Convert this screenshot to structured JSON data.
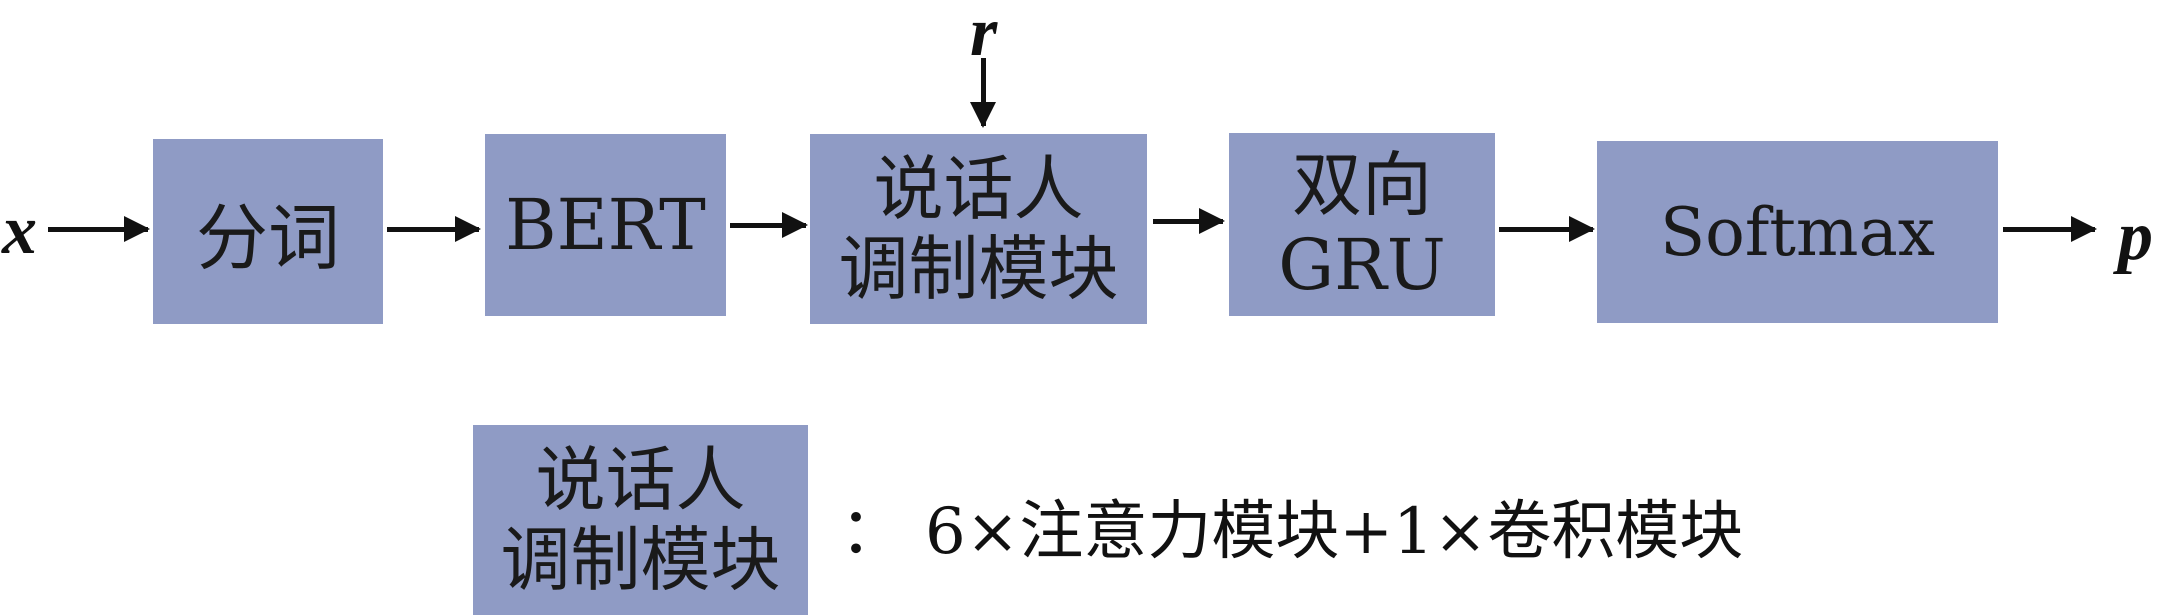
{
  "variables": {
    "input": "x",
    "speaker": "r",
    "output": "p"
  },
  "pipeline": [
    {
      "id": "seg",
      "lines": [
        "分词"
      ]
    },
    {
      "id": "bert",
      "lines": [
        "BERT"
      ]
    },
    {
      "id": "speaker",
      "lines": [
        "说话人",
        "调制模块"
      ]
    },
    {
      "id": "bigru",
      "lines": [
        "双向",
        "GRU"
      ]
    },
    {
      "id": "softmax",
      "lines": [
        "Softmax"
      ]
    }
  ],
  "legend": {
    "box_lines": [
      "说话人",
      "调制模块"
    ],
    "colon": "：",
    "definition": "6×注意力模块+1×卷积模块"
  },
  "colors": {
    "box_fill": "#8f9bc5",
    "arrow": "#111111"
  }
}
